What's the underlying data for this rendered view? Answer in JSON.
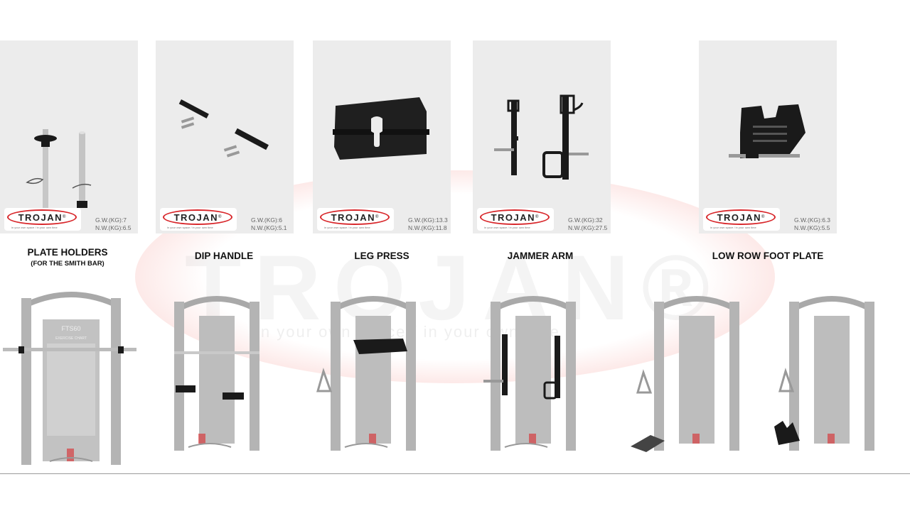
{
  "watermark": {
    "brand": "TROJAN®",
    "tagline": "in your own space  /  in your own time"
  },
  "products": [
    {
      "key": "plate-holders",
      "title": "PLATE HOLDERS",
      "subtitle": "(FOR THE SMITH BAR)",
      "gross_weight": "G.W.(KG):7",
      "net_weight": "N.W.(KG):6.5"
    },
    {
      "key": "dip-handle",
      "title": "DIP HANDLE",
      "subtitle": "",
      "gross_weight": "G.W.(KG):6",
      "net_weight": "N.W.(KG):5.1"
    },
    {
      "key": "leg-press",
      "title": "LEG PRESS",
      "subtitle": "",
      "gross_weight": "G.W.(KG):13.3",
      "net_weight": "N.W.(KG):11.8"
    },
    {
      "key": "jammer-arm",
      "title": "JAMMER ARM",
      "subtitle": "",
      "gross_weight": "G.W.(KG):32",
      "net_weight": "N.W.(KG):27.5"
    },
    {
      "key": "low-row-foot-plate",
      "title": "LOW ROW FOOT PLATE",
      "subtitle": "",
      "gross_weight": "G.W.(KG):6.3",
      "net_weight": "N.W.(KG):5.5"
    }
  ],
  "logo": {
    "brand": "TROJAN",
    "reg": "®",
    "tagline": "in your own space  /  in your own time"
  },
  "machine_panel": {
    "brand_plate": "FTS60",
    "chart_title": "EXERCISE CHART"
  },
  "colors": {
    "card_bg": "#ececec",
    "logo_red": "#d8262a",
    "frame_gray": "#a9a9a9",
    "part_black": "#1a1a1a"
  }
}
